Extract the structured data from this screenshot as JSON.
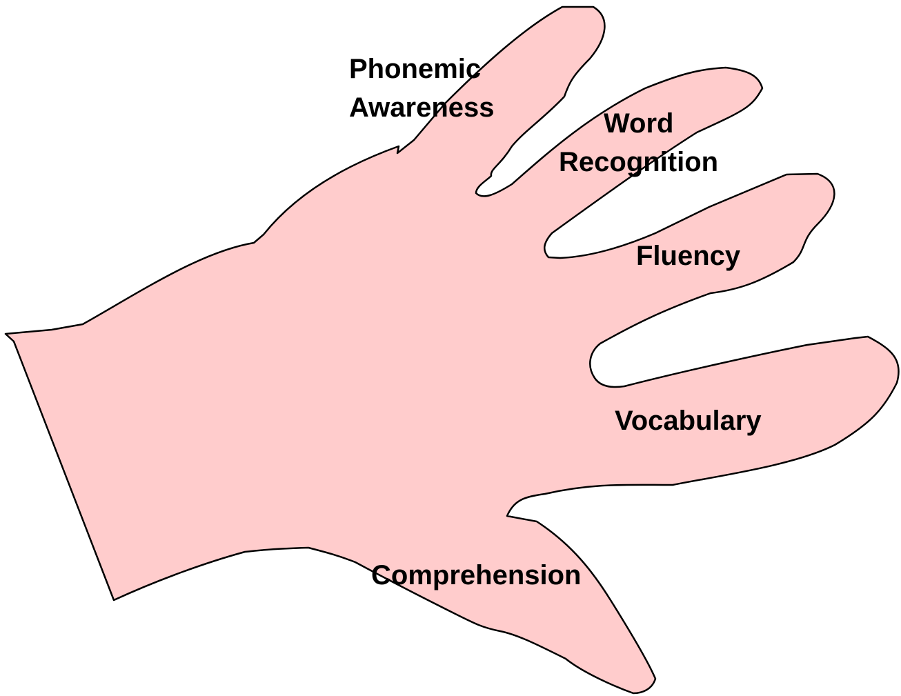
{
  "diagram": {
    "labels": {
      "phonemic_awareness_line1": "Phonemic",
      "phonemic_awareness_line2": "Awareness",
      "word_recognition_line1": "Word",
      "word_recognition_line2": "Recognition",
      "fluency": "Fluency",
      "vocabulary": "Vocabulary",
      "comprehension": "Comprehension"
    },
    "colors": {
      "hand_fill": "#FFCCCC",
      "hand_outline": "#000000",
      "label_text": "#000000"
    }
  }
}
